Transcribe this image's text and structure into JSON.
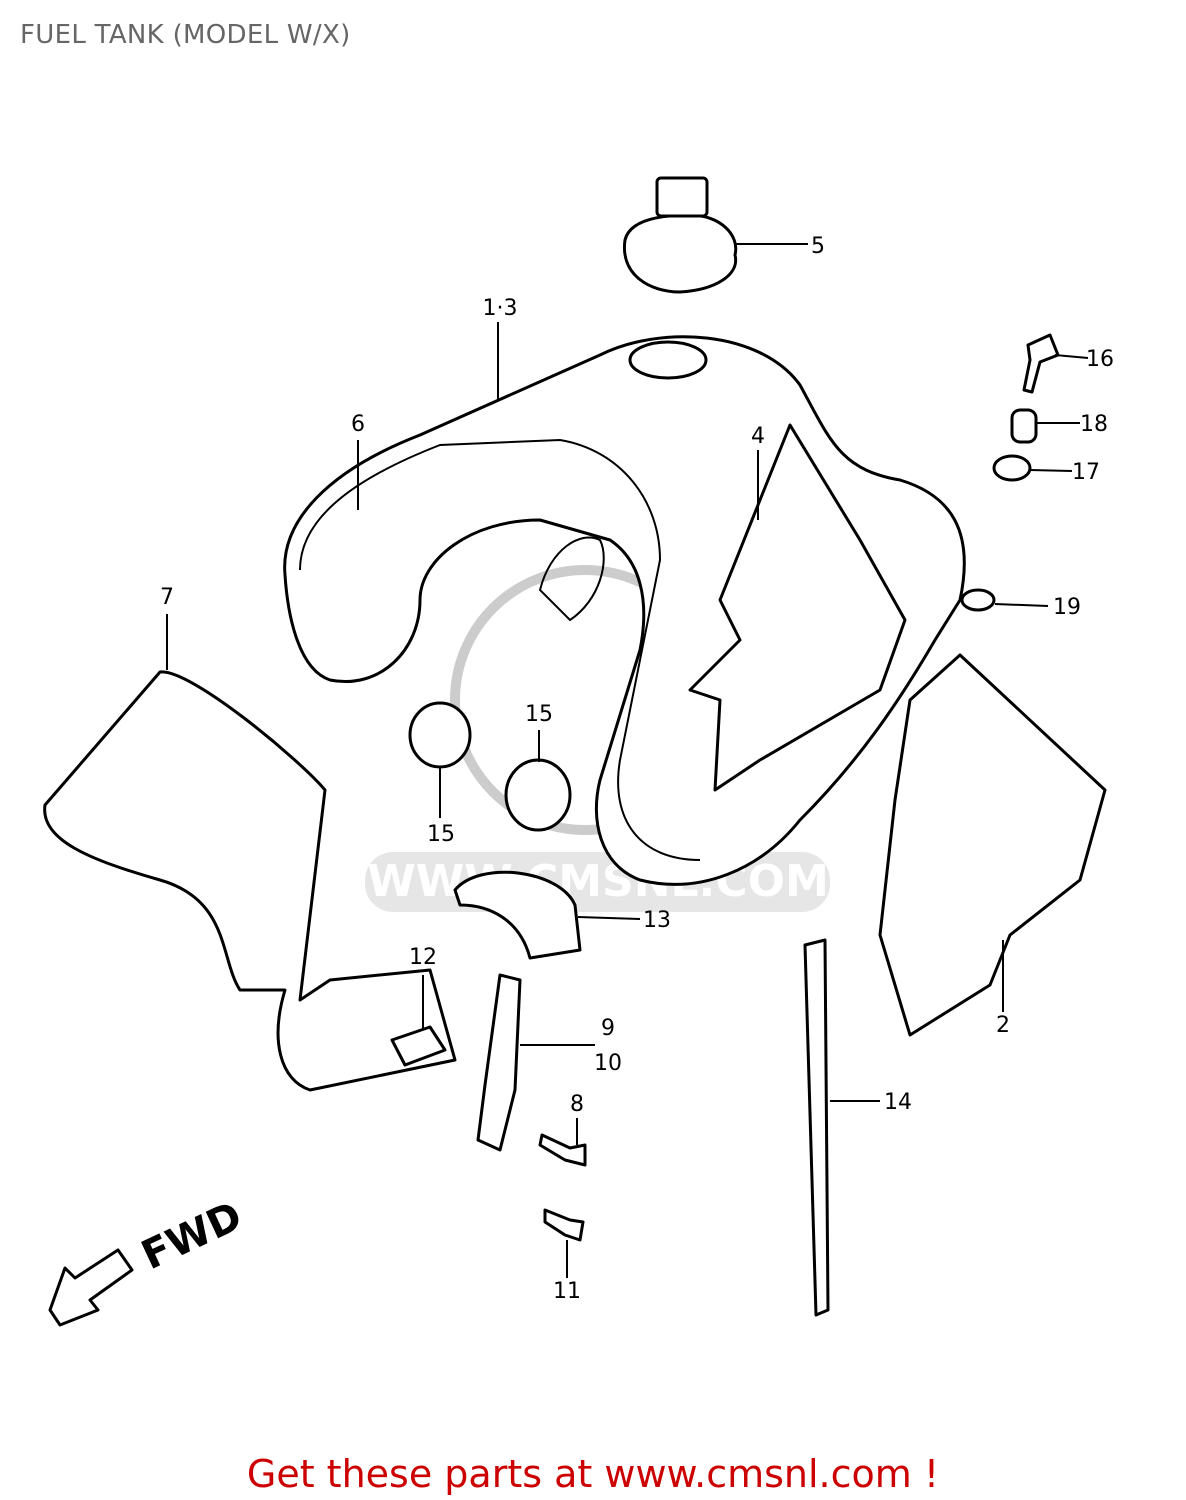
{
  "title": "FUEL TANK (MODEL W/X)",
  "footer": {
    "text": "Get these parts at www.cmsnl.com !"
  },
  "watermark": {
    "text": "WWW.CMSNL.COM",
    "color": "#cccccc"
  },
  "direction_label": "FWD",
  "callouts": [
    "1·3",
    "5",
    "16",
    "18",
    "17",
    "19",
    "6",
    "4",
    "7",
    "15",
    "15",
    "13",
    "12",
    "9",
    "10",
    "8",
    "14",
    "2",
    "11"
  ],
  "colors": {
    "footer": "#cc0000",
    "title": "#666666"
  }
}
